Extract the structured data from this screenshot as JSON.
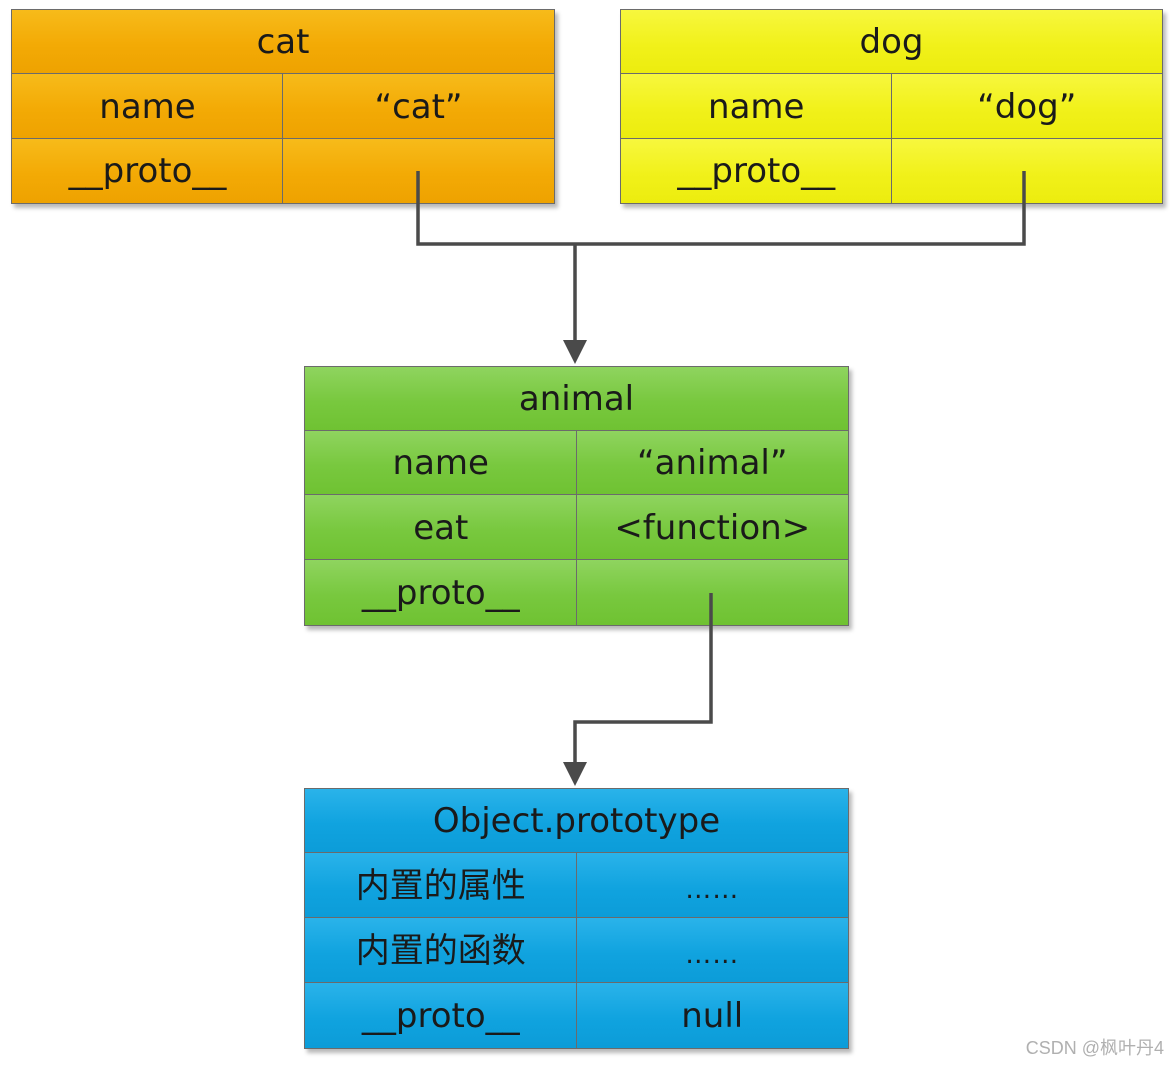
{
  "boxes": {
    "cat": {
      "title": "cat",
      "rows": [
        {
          "key": "name",
          "value": "“cat”"
        },
        {
          "key": "__proto__",
          "value": ""
        }
      ]
    },
    "dog": {
      "title": "dog",
      "rows": [
        {
          "key": "name",
          "value": "“dog”"
        },
        {
          "key": "__proto__",
          "value": ""
        }
      ]
    },
    "animal": {
      "title": "animal",
      "rows": [
        {
          "key": "name",
          "value": "“animal”"
        },
        {
          "key": "eat",
          "value": "<function>"
        },
        {
          "key": "__proto__",
          "value": ""
        }
      ]
    },
    "object": {
      "title": "Object.prototype",
      "rows": [
        {
          "key": "内置的属性",
          "value": "……"
        },
        {
          "key": "内置的函数",
          "value": "……"
        },
        {
          "key": "__proto__",
          "value": "null"
        }
      ]
    }
  },
  "colors": {
    "cat": "#f3aa05",
    "dog": "#f1f11a",
    "animal": "#78c83e",
    "object": "#10a3df",
    "arrow": "#4a4a4a"
  },
  "watermark": "CSDN @枫叶丹4"
}
